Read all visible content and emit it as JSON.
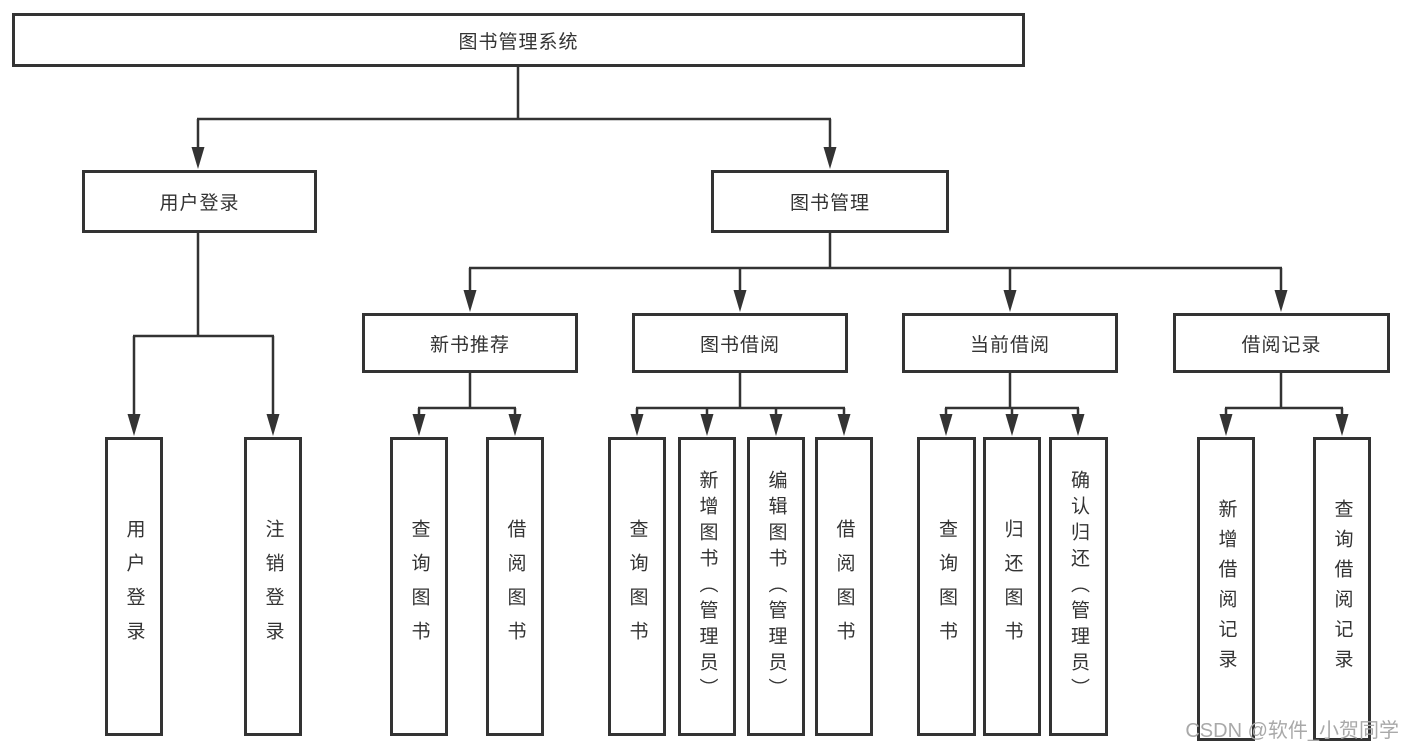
{
  "colors": {
    "line": "#333333",
    "text": "#333333",
    "bg": "#ffffff",
    "watermark": "#a9a9a9"
  },
  "tree": {
    "root": {
      "label": "图书管理系统"
    },
    "branches": [
      {
        "label": "用户登录",
        "children": [
          {
            "label": "用户登录"
          },
          {
            "label": "注销登录"
          }
        ]
      },
      {
        "label": "图书管理",
        "children": [
          {
            "label": "新书推荐",
            "children": [
              {
                "label": "查询图书"
              },
              {
                "label": "借阅图书"
              }
            ]
          },
          {
            "label": "图书借阅",
            "children": [
              {
                "label": "查询图书"
              },
              {
                "label": "新增图书（管理员）"
              },
              {
                "label": "编辑图书（管理员）"
              },
              {
                "label": "借阅图书"
              }
            ]
          },
          {
            "label": "当前借阅",
            "children": [
              {
                "label": "查询图书"
              },
              {
                "label": "归还图书"
              },
              {
                "label": "确认归还（管理员）"
              }
            ]
          },
          {
            "label": "借阅记录",
            "children": [
              {
                "label": "新增借阅记录"
              },
              {
                "label": "查询借阅记录"
              }
            ]
          }
        ]
      }
    ]
  },
  "watermark": {
    "text": "CSDN @软件_小贺同学"
  }
}
